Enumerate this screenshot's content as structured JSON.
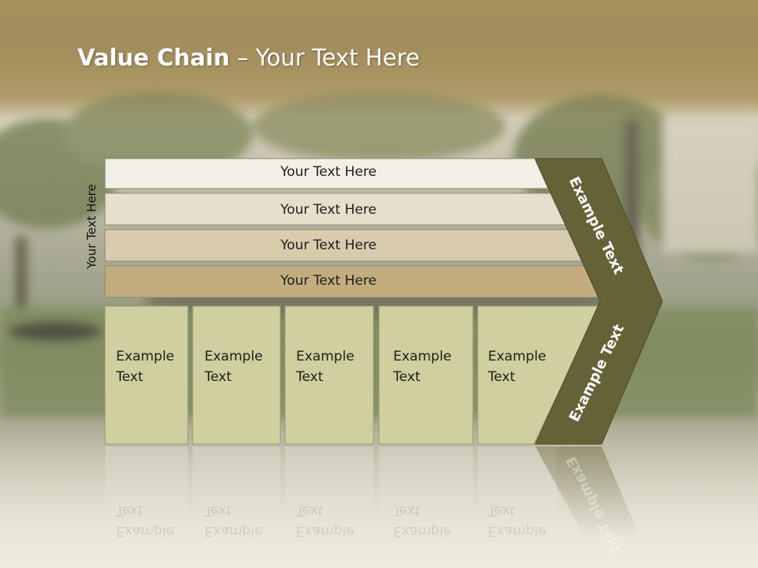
{
  "slide": {
    "title_bold": "Value Chain",
    "title_rest": " – Your Text Here",
    "side_label": "Your Text Here"
  },
  "rows": [
    {
      "label": "Your Text Here",
      "color": "#f2efe6"
    },
    {
      "label": "Your Text Here",
      "color": "#e6dfcc"
    },
    {
      "label": "Your Text Here",
      "color": "#d9ccac"
    },
    {
      "label": "Your Text Here",
      "color": "#c3ad7f"
    }
  ],
  "activities": [
    {
      "line1": "Example",
      "line2": "Text"
    },
    {
      "line1": "Example",
      "line2": "Text"
    },
    {
      "line1": "Example",
      "line2": "Text"
    },
    {
      "line1": "Example",
      "line2": "Text"
    },
    {
      "line1": "Example",
      "line2": "Text"
    }
  ],
  "chevron": {
    "upper_label": "Example Text",
    "lower_label": "Example Text",
    "color": "#666238"
  },
  "colors": {
    "activity_fill": "#cfcf9f",
    "title_band": "#a8925e"
  }
}
